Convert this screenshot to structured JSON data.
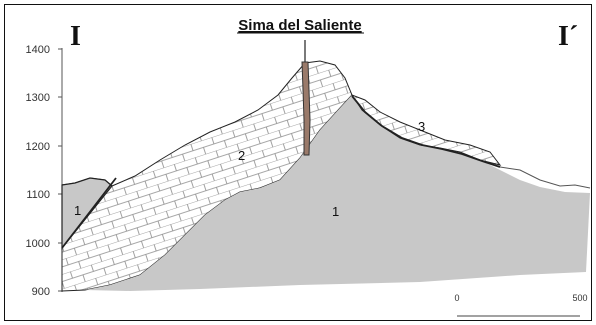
{
  "title": "Sima del Saliente",
  "section_start": "I",
  "section_end": "I´",
  "axis": {
    "y_ticks": [
      "1400",
      "1300",
      "1200",
      "1100",
      "1000",
      "900"
    ]
  },
  "units": {
    "basement": "1",
    "limestone": "2",
    "cover": "3",
    "basement_left": "1"
  },
  "scale_bar": {
    "start": "0",
    "end": "500"
  },
  "colors": {
    "basement": "#c8c8c8",
    "limestone": "#ffffff",
    "line": "#222222",
    "brick": "#8a8a8a"
  }
}
